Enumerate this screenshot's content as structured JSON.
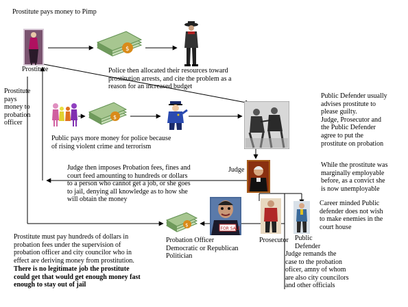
{
  "texts": {
    "title_pays_pimp": "Prostitute pays money to Pimp",
    "label_prostitute": "Prostitute",
    "pays_probation_officer": "Prostitute\npays\nmoney to\nprobation\nofficer",
    "police_allocated": "Police then allocated their resources toward\nprostitution arrests, and cite the problem as a\nreason for an increased budget",
    "public_pays": "Public pays more money for police    because\nof rising violent crime and terrorism",
    "public_defender_advises": "Public Defender usually\nadvises prostitute to\nplease guilty.\nJudge, Prosecutor and\nthe Public Defender\nagree to put the\nprostitute on probation",
    "marginally_employable": "While the prostitute was\nmarginally employable\nbefore, as a convict she\nis now unemployable",
    "label_judge": "Judge",
    "judge_imposes": "Judge then imposes Probation fees, fines and\ncourt feed amounting to hundreds or dollars\nto a person who cannot get a job, or she goes\nto jail, denying all knowledge as to how she\nwill obtain the money",
    "career_minded": "Career minded Public\ndefender does not wish\nto make enemies in the\ncourt house",
    "label_prosecutor": "Prosecutor",
    "label_public_defender": "Public\nDefender",
    "label_probation_officer": "Probation Officer\nDemocratic or Republican\nPolitician",
    "must_pay": "Prostitute must pay hundreds of dollars in\nprobation fees under the supervision of\nprobation officer and city councilor who in\neffect are deriving money from prostitution.",
    "no_legitimate_job": "There is no legitimate job the prostitute\ncould get that would get enough money fast\nenough to stay out of jail",
    "judge_remands": "Judge remands the\ncase to the probation\noficer, amny of whom\nare also city councilors\nand other officials",
    "for_sale_sign": "FOR SALE"
  },
  "icons": {
    "prostitute": "prostitute-figure-icon",
    "money_to_pimp": "money-stack-icon",
    "pimp": "pimp-figure-icon",
    "family": "family-figures-icon",
    "money_to_police": "money-stack-icon",
    "police": "police-officer-icon",
    "arrest_scene": "arrest-scene-icon",
    "judge": "judge-portrait-icon",
    "prosecutor": "prosecutor-figure-icon",
    "public_defender": "public-defender-figure-icon",
    "money_to_probation": "money-stack-icon",
    "politician": "politician-portrait-icon"
  },
  "colors": {
    "money_green": "#5f8f4f",
    "money_light": "#c9dfb8",
    "arrow": "#000000",
    "bag_orange": "#d98b1a"
  }
}
